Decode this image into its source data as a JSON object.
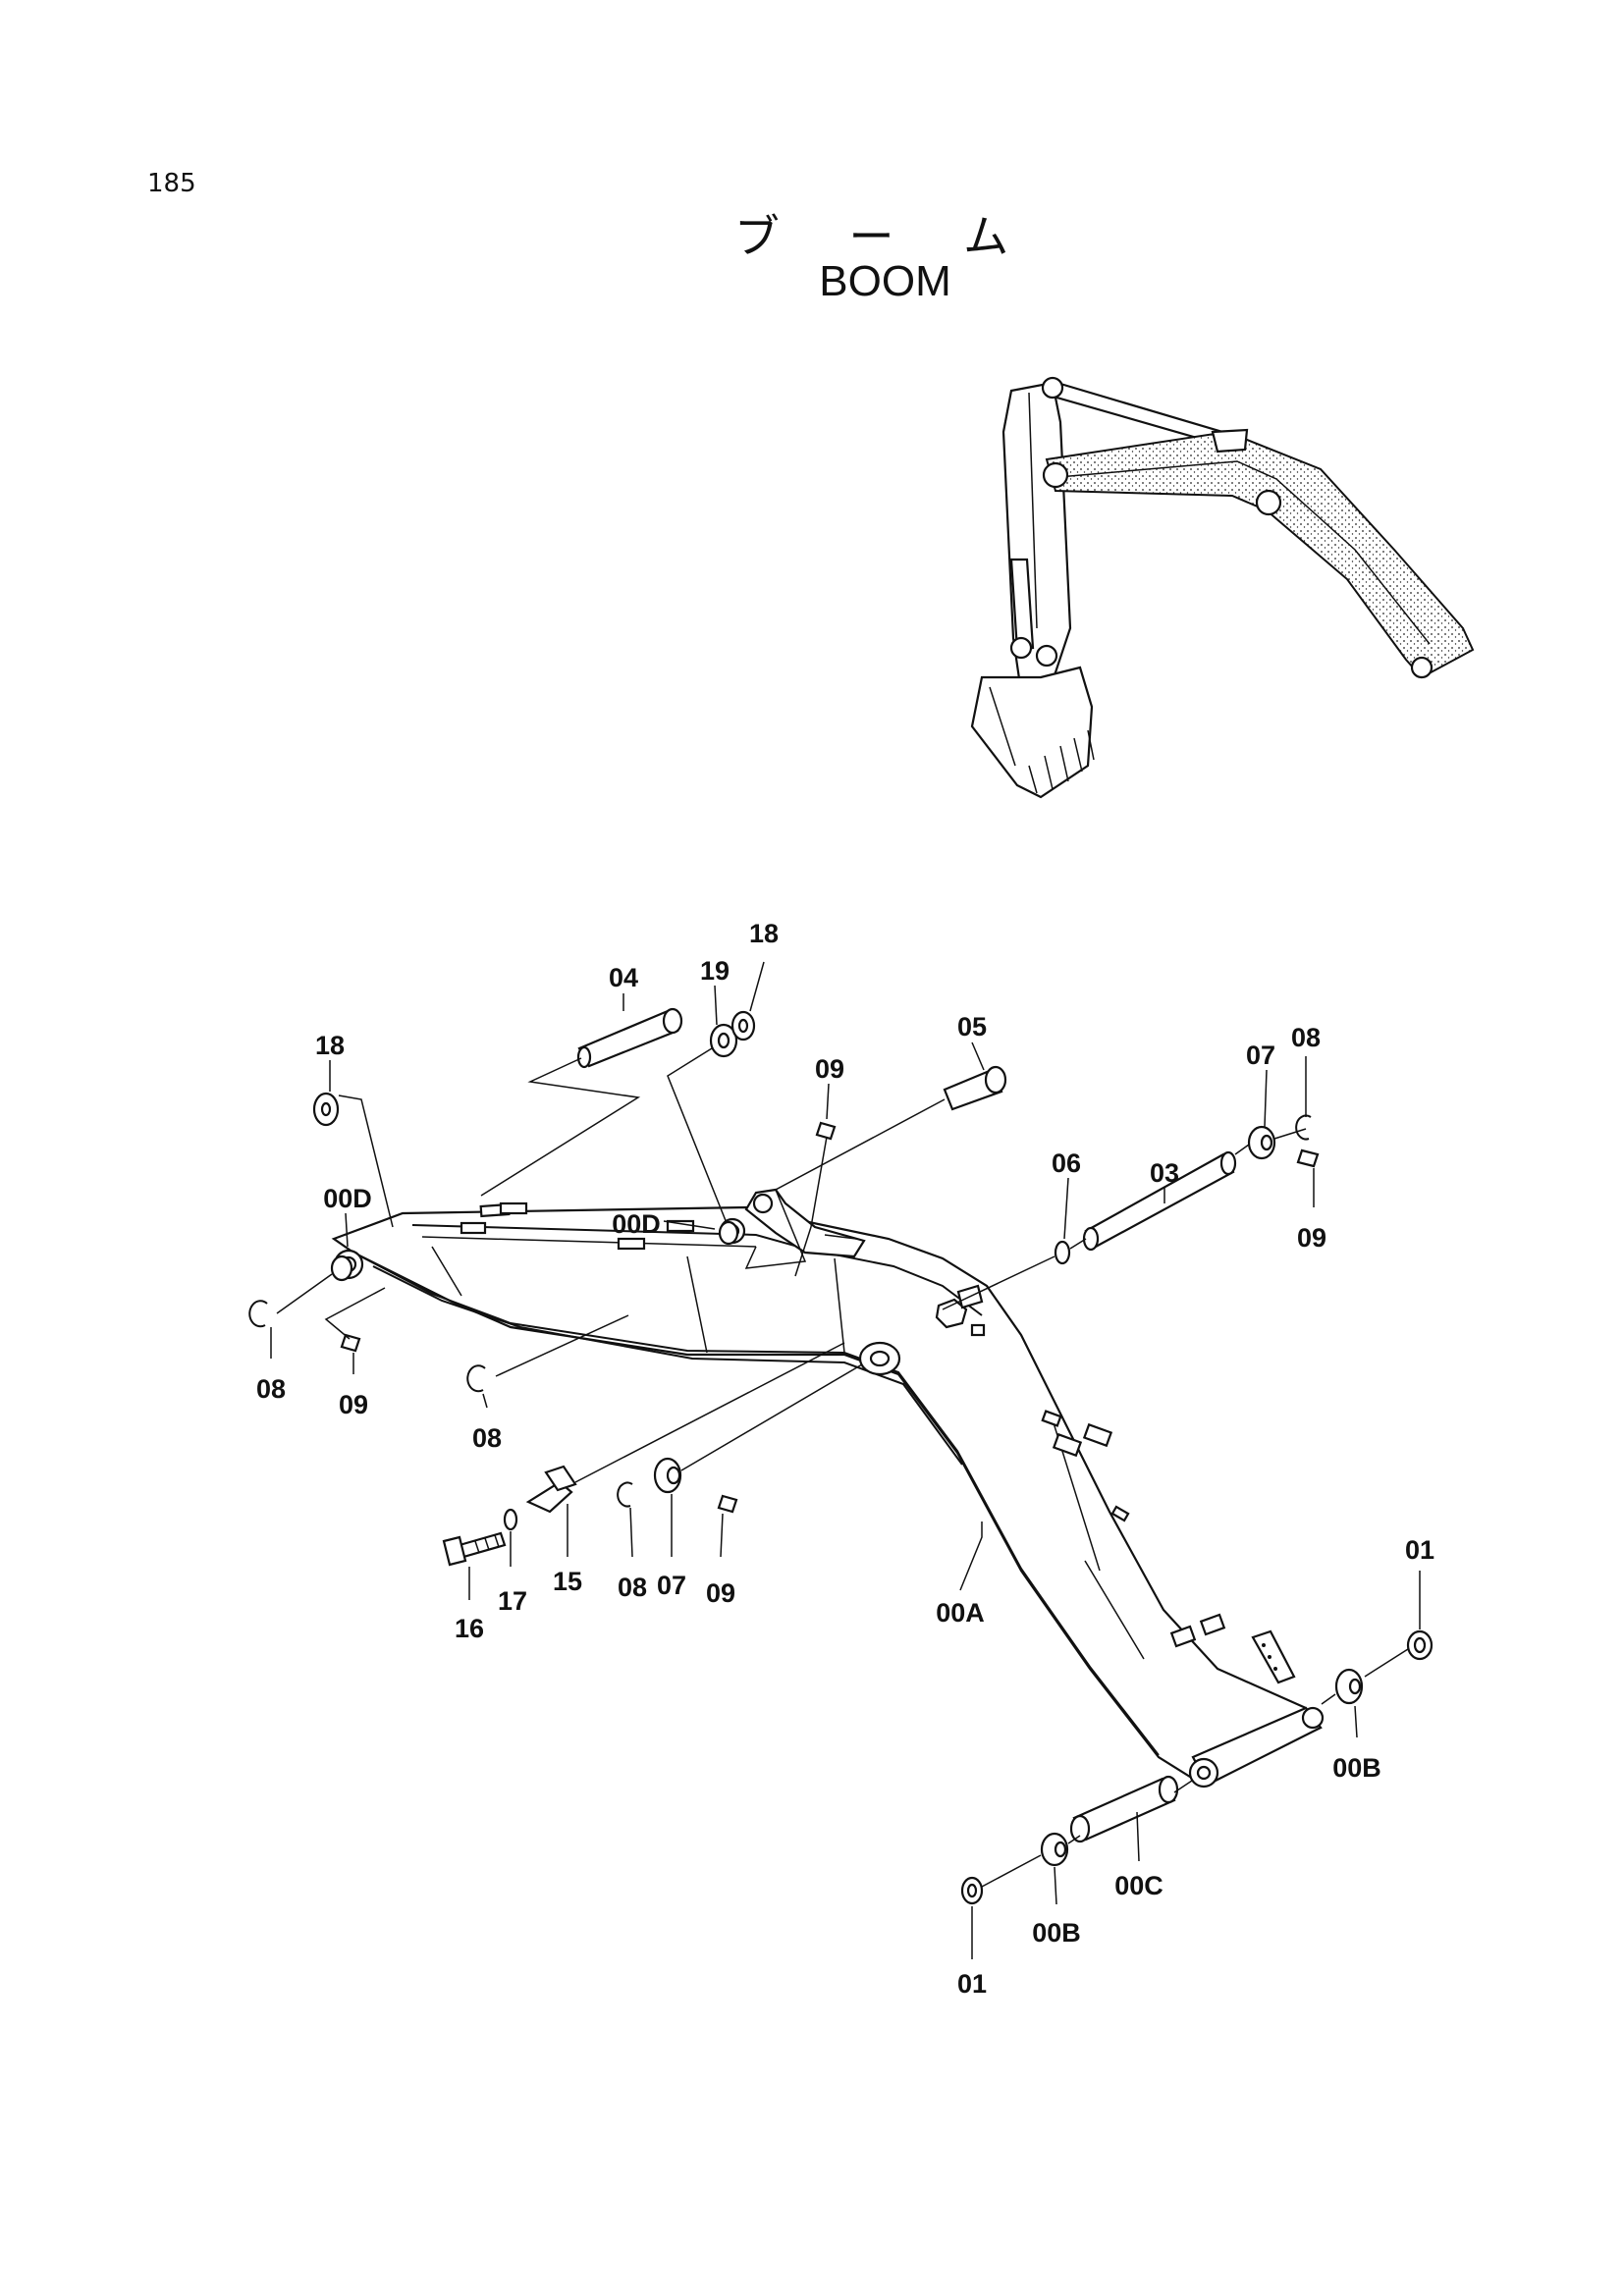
{
  "page_number": "185",
  "title_jp": "ブ ー ム",
  "title_en": "BOOM",
  "callouts": {
    "c18a": "18",
    "c04": "04",
    "c19": "19",
    "c18b": "18",
    "c09a": "09",
    "c05": "05",
    "c03": "03",
    "c07a": "07",
    "c08a": "08",
    "c09b": "09",
    "c06": "06",
    "c00Da": "00D",
    "c00Db": "00D",
    "c08b": "08",
    "c09c": "09",
    "c08c": "08",
    "c16": "16",
    "c17": "17",
    "c15": "15",
    "c08d": "08",
    "c07b": "07",
    "c09d": "09",
    "c00A": "00A",
    "c01a": "01",
    "c00Ba": "00B",
    "c00C": "00C",
    "c00Bb": "00B",
    "c01b": "01"
  }
}
